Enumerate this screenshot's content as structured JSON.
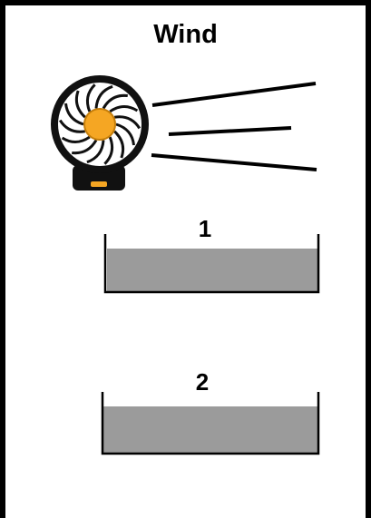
{
  "title": "Wind",
  "icons": {
    "fan": "desk-fan-icon",
    "wind": "wind-lines"
  },
  "containers": [
    {
      "label": "1",
      "water_color": "#9b9b9b"
    },
    {
      "label": "2",
      "water_color": "#9b9b9b"
    }
  ],
  "colors": {
    "frame": "#000000",
    "fan_body": "#111111",
    "fan_hub": "#f5a623",
    "water": "#9b9b9b"
  }
}
